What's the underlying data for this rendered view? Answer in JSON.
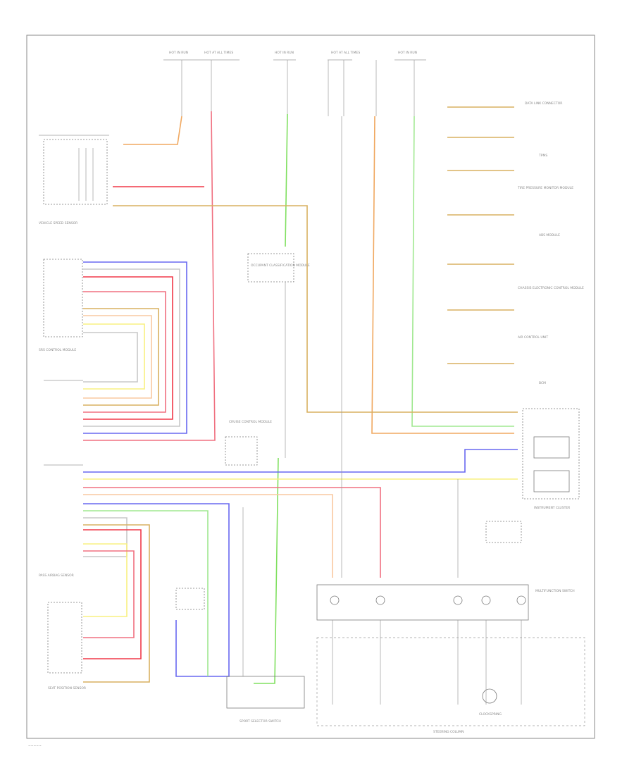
{
  "diagram": {
    "footer_code": "~~~~~",
    "colors": {
      "orange": "#f0a860",
      "pink": "#f07080",
      "green": "#80e060",
      "tan": "#d8b060",
      "blue": "#6868f0",
      "red": "#f03848",
      "yellow": "#f8f080",
      "lightgreen": "#a0e890",
      "gray": "#b8b8b8",
      "lightorange": "#f8c8a0"
    },
    "fuses": [
      {
        "label": "HOT IN RUN"
      },
      {
        "label": "HOT AT ALL TIMES"
      },
      {
        "label": "HOT IN RUN"
      },
      {
        "label": "HOT AT ALL TIMES"
      },
      {
        "label": "HOT IN RUN"
      }
    ],
    "components": {
      "vehicle_speed_sensor": "VEHICLE SPEED SENSOR",
      "airbag_control_module": "SRS CONTROL MODULE",
      "occupant_sensor": "OCCUPANT CLASSIFICATION MODULE",
      "pass_airbag_sensor": "PASS AIRBAG SENSOR",
      "seat_position_sensor": "SEAT POSITION SENSOR",
      "instrument_cluster": "INSTRUMENT CLUSTER",
      "steering_column": "STEERING COLUMN",
      "sport_switch": "SPORT SELECTOR SWITCH",
      "multifunction_switch": "MULTIFUNCTION SWITCH",
      "clockspring": "CLOCKSPRING",
      "cruise_unit": "CRUISE CONTROL MODULE"
    },
    "right_labels": [
      "DATA LINK CONNECTOR",
      "TPMS",
      "TIRE PRESSURE MONITOR MODULE",
      "ABS MODULE",
      "CHASSIS ELECTRONIC CONTROL MODULE",
      "AIR CONTROL UNIT",
      "BCM"
    ]
  }
}
